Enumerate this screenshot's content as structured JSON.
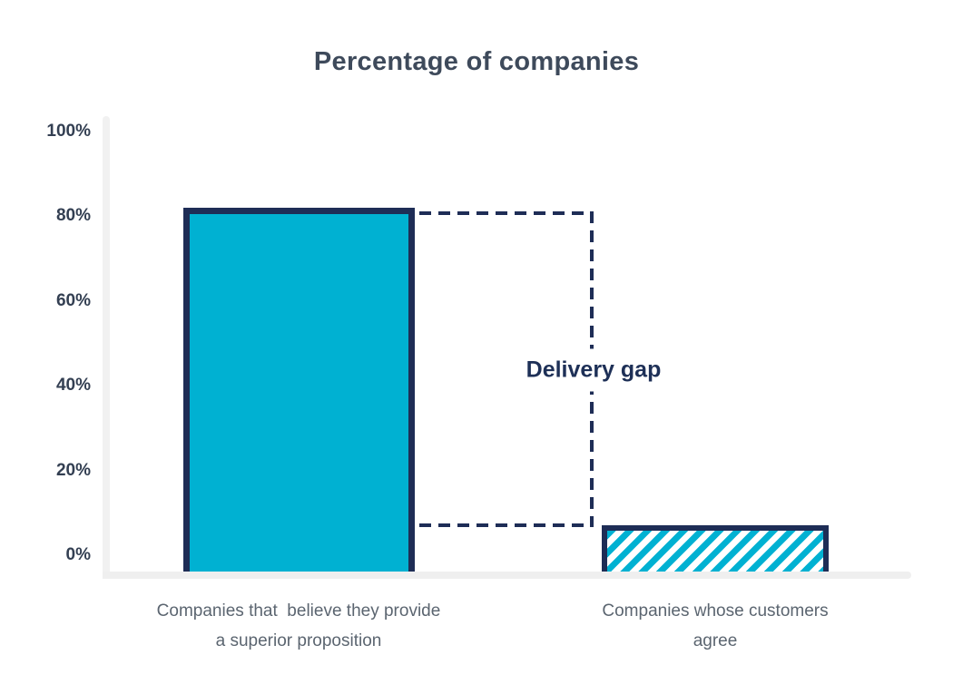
{
  "chart": {
    "title": "Percentage of companies",
    "annotation_label": "Delivery gap",
    "x_labels": [
      "Companies that  believe they provide\na superior proposition",
      "Companies whose customers agree"
    ]
  },
  "chart_data": {
    "type": "bar",
    "title": "Percentage of companies",
    "categories": [
      "Companies that believe they provide a superior proposition",
      "Companies whose customers agree"
    ],
    "values": [
      82,
      7
    ],
    "unit": "%",
    "xlabel": "",
    "ylabel": "",
    "ylim": [
      0,
      100
    ],
    "y_ticks": [
      0,
      20,
      40,
      60,
      80,
      100
    ],
    "y_tick_labels": [
      "0%",
      "20%",
      "40%",
      "60%",
      "80%",
      "100%"
    ],
    "grid": false,
    "legend": false,
    "annotation": {
      "label": "Delivery gap",
      "between_values": [
        82,
        7
      ],
      "style": "dashed-bracket"
    },
    "bar_styles": [
      "solid-fill",
      "diagonal-hatch"
    ],
    "colors": {
      "bar_fill": "#00b1d2",
      "bar_border": "#1e2d56",
      "dashed_line": "#1e2d56",
      "annotation_text": "#1e3057",
      "axis_line": "#efefef",
      "title_text": "#3e4a5b",
      "tick_text": "#333f52",
      "category_text": "#5b6570",
      "background": "#ffffff"
    }
  }
}
